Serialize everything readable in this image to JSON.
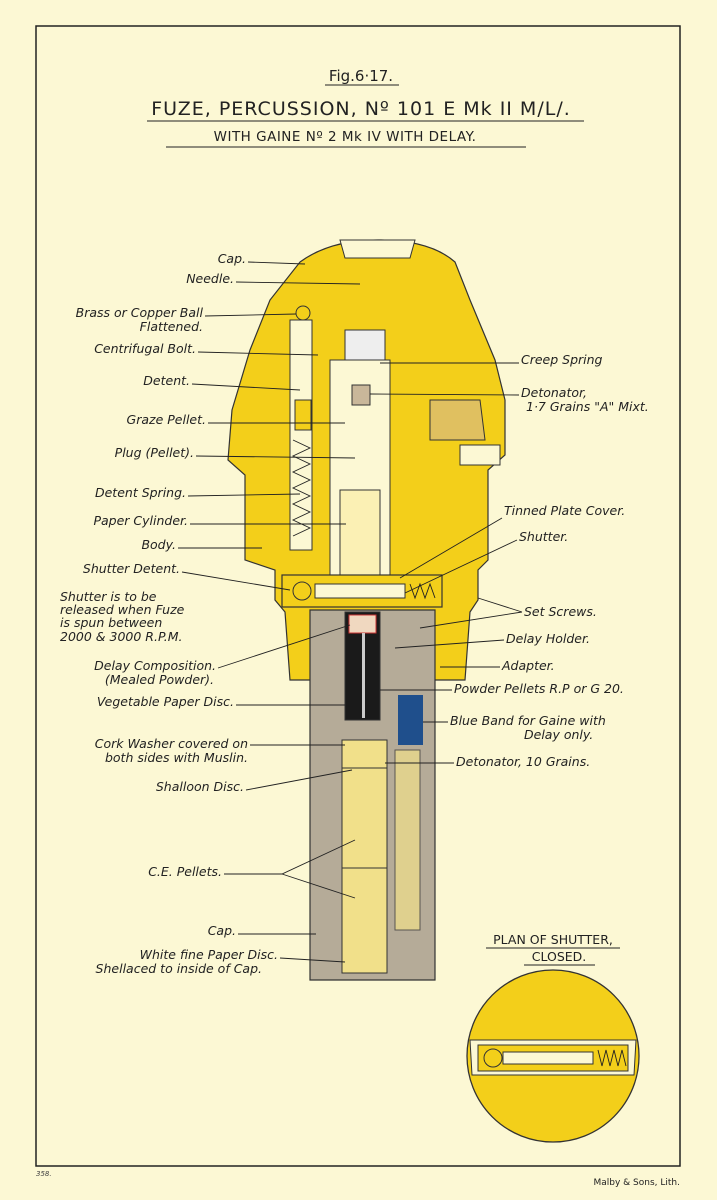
{
  "title": {
    "fig": "Fig.6·17.",
    "main": "FUZE, PERCUSSION, Nº 101 E Mk II M/L/.",
    "sub": "WITH GAINE Nº 2 Mk IV WITH DELAY."
  },
  "labels_left": [
    "Cap.",
    "Needle.",
    "Brass or Copper Ball",
    "Flattened.",
    "Centrifugal Bolt.",
    "Detent.",
    "Graze Pellet.",
    "Plug (Pellet).",
    "Detent Spring.",
    "Paper Cylinder.",
    "Body.",
    "Shutter Detent.",
    "Shutter is to be",
    "released when Fuze",
    "is spun between",
    "2000 & 3000 R.P.M.",
    "Delay Composition.",
    "(Mealed Powder).",
    "Vegetable Paper Disc.",
    "Cork Washer covered on",
    "both sides with Muslin.",
    "Shalloon Disc.",
    "C.E. Pellets.",
    "Cap.",
    "White fine Paper Disc.",
    "Shellaced to inside of Cap."
  ],
  "labels_right": [
    "Creep Spring",
    "Detonator,",
    "1·7 Grains \"A\" Mixt.",
    "Tinned Plate Cover.",
    "Shutter.",
    "Set Screws.",
    "Delay Holder.",
    "Adapter.",
    "Powder Pellets R.P or G 20.",
    "Blue Band for Gaine with",
    "Delay only.",
    "Detonator, 10 Grains."
  ],
  "shutter_plan": {
    "line1": "PLAN OF SHUTTER,",
    "line2": "CLOSED."
  },
  "footer": {
    "plate": "358.",
    "printer": "Malby & Sons, Lith."
  },
  "colors": {
    "paper": "#fcf8d4",
    "yellow": "#f3cf1a",
    "grey": "#b5ab98",
    "blue": "#1f4f8c",
    "pale": "#f1e08a"
  }
}
